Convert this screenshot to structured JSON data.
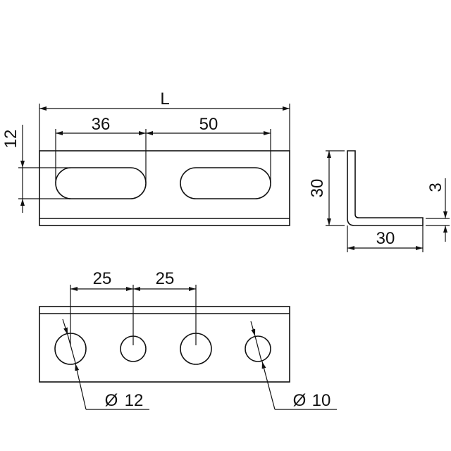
{
  "drawing": {
    "title": "Angle bracket technical drawing",
    "line_color": "#111111",
    "background": "#ffffff"
  },
  "top_view": {
    "overall_length_label": "L",
    "slot_start_label": "36",
    "slot_pitch_label": "50",
    "slot_width_label": "12"
  },
  "side_profile": {
    "height_label": "30",
    "width_label": "30",
    "thickness_label": "3"
  },
  "front_view": {
    "hole_pitch_1_label": "25",
    "hole_pitch_2_label": "25",
    "large_hole_callout": {
      "symbol": "Ø",
      "value": "12"
    },
    "small_hole_callout": {
      "symbol": "Ø",
      "value": "10"
    }
  }
}
